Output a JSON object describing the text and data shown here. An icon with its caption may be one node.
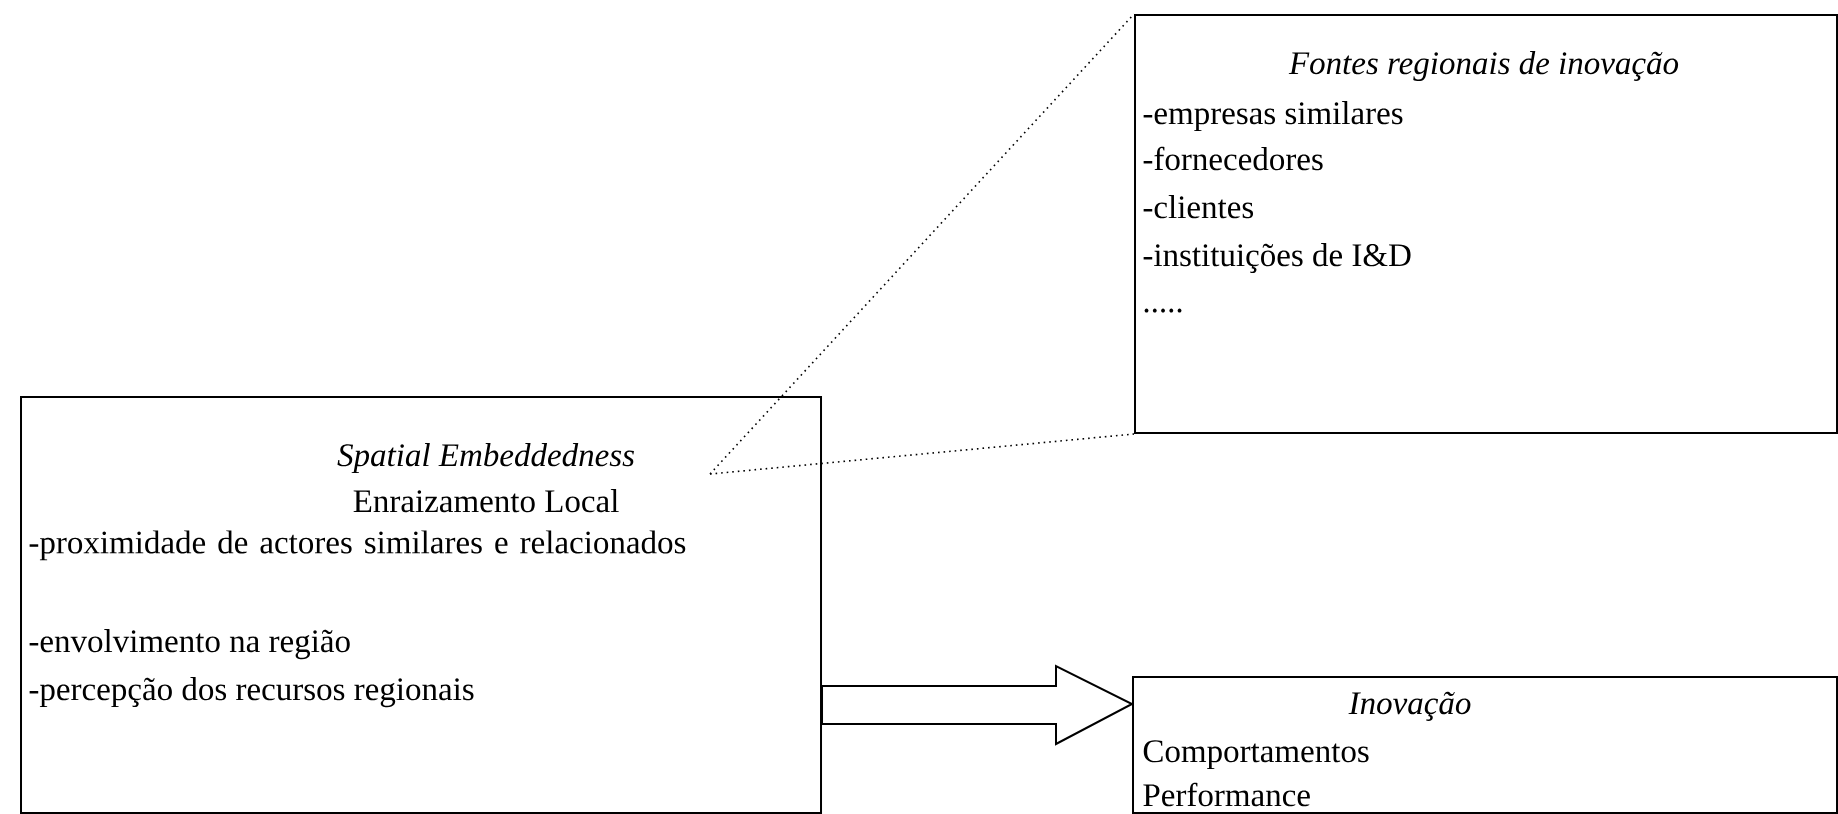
{
  "diagram": {
    "nodes": [
      {
        "text": [
          "Spatial Embeddedness",
          "Enraizamento Local",
          "-proximidade de actores similares e relacionados",
          "-envolvimento na região",
          "-percepção dos recursos regionais"
        ]
      },
      {
        "text": [
          "Fontes regionais de inovação",
          "-empresas similares",
          "-fornecedores",
          "-clientes",
          "-instituições de I&D",
          "....."
        ]
      },
      {
        "text": [
          "Inovação",
          "Comportamentos",
          "Performance"
        ]
      }
    ],
    "edges": [
      {
        "from": 0,
        "to": 1,
        "arrow": "none",
        "style": "dashed"
      },
      {
        "from": 0,
        "to": 1,
        "arrow": "none",
        "style": "dashed"
      },
      {
        "from": 0,
        "to": 2,
        "arrow": "to"
      }
    ]
  }
}
